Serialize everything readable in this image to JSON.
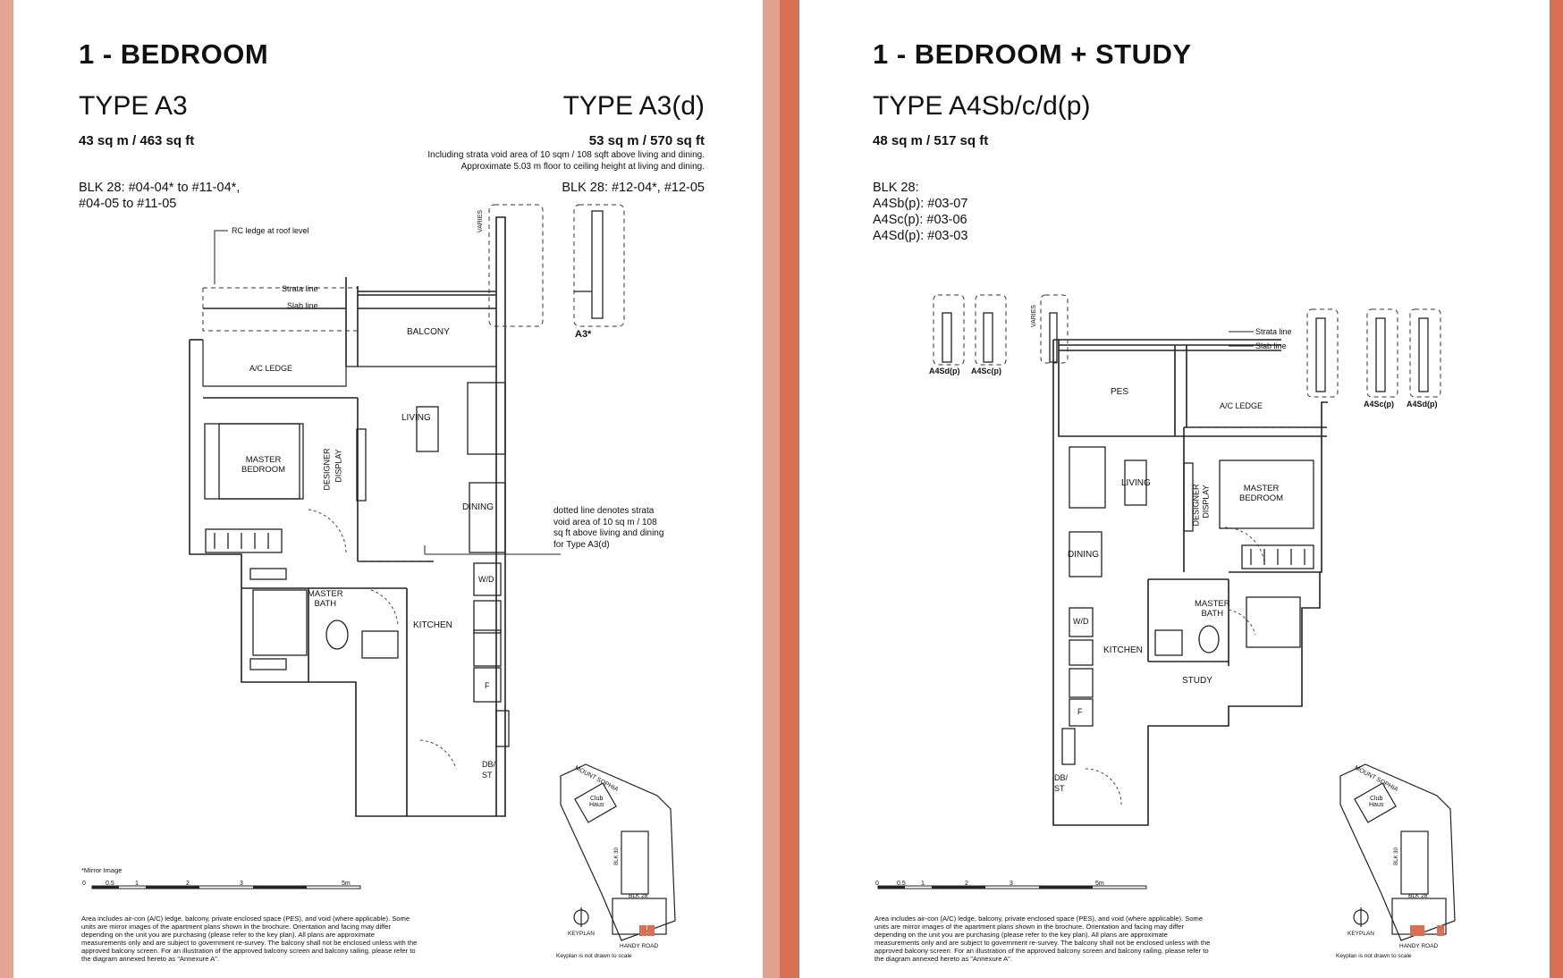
{
  "colors": {
    "left_edge": "#e3a592",
    "center_edge_left": "#e2a18e",
    "center_edge_right": "#d96f55",
    "right_edge": "#d96f55"
  },
  "left_page": {
    "heading": "1 - BEDROOM",
    "type_a3": "TYPE A3",
    "area_a3": "43 sq m / 463 sq ft",
    "type_a3d": "TYPE A3(d)",
    "area_a3d": "53 sq m / 570 sq ft",
    "note_a3d_line1": "Including strata void area of 10 sqm / 108 sqft above living and dining.",
    "note_a3d_line2": "Approximate 5.03 m floor to ceiling height at living and dining.",
    "blk_a3_line1": "BLK 28: #04-04* to #11-04*,",
    "blk_a3_line2": "#04-05 to #11-05",
    "blk_a3d": "BLK 28: #12-04*, #12-05",
    "mirror_note": "*Mirror Image",
    "plan_labels": {
      "rc_ledge": "RC ledge at roof level",
      "strata_line": "Strata line",
      "slab_line": "Slab line",
      "varies": "VARIES",
      "balcony": "BALCONY",
      "ac_ledge": "A/C LEDGE",
      "living": "LIVING",
      "master_bedroom_1": "MASTER",
      "master_bedroom_2": "BEDROOM",
      "designer_display_1": "DESIGNER",
      "designer_display_2": "DISPLAY",
      "dining": "DINING",
      "void_note_1": "dotted line denotes strata",
      "void_note_2": "void area of 10 sq m / 108",
      "void_note_3": "sq ft above living and dining",
      "void_note_4": "for Type A3(d)",
      "wd": "W/D",
      "master_bath_1": "MASTER",
      "master_bath_2": "BATH",
      "kitchen": "KITCHEN",
      "fridge": "F",
      "dbst_1": "DB/",
      "dbst_2": "ST",
      "a3_marker": "A3*"
    },
    "scale_labels": [
      "0",
      "0.5",
      "1",
      "2",
      "3",
      "5m"
    ],
    "disclaimer": "Area includes air-con (A/C) ledge, balcony, private enclosed space (PES), and void (where applicable). Some units are mirror images of the apartment plans shown in the brochure. Orientation and facing may differ depending on the unit you are purchasing (please refer to the key plan). All plans are approximate measurements only and are subject to government re-survey. The balcony shall not be enclosed unless with the approved balcony screen. For an illustration of the approved balcony screen and balcony railing, please refer to the diagram annexed hereto as \"Annexure A\".",
    "keyplan": {
      "mount_sophia": "MOUNT SOPHIA",
      "club_1": "Club",
      "club_2": "Haus",
      "blk30": "BLK 30",
      "blk28": "BLK 28",
      "handy_road": "HANDY ROAD",
      "keyplan_label": "KEYPLAN",
      "not_to_scale": "Keyplan is not drawn to scale"
    }
  },
  "right_page": {
    "heading": "1 - BEDROOM + STUDY",
    "type": "TYPE A4Sb/c/d(p)",
    "area": "48 sq m / 517 sq ft",
    "blk_line1": "BLK 28:",
    "blk_line2": "A4Sb(p): #03-07",
    "blk_line3": "A4Sc(p): #03-06",
    "blk_line4": "A4Sd(p): #03-03",
    "plan_labels": {
      "strata_line": "Strata line",
      "slab_line": "Slab line",
      "varies": "VARIES",
      "pes": "PES",
      "ac_ledge": "A/C LEDGE",
      "living": "LIVING",
      "designer_display_1": "DESIGNER",
      "designer_display_2": "DISPLAY",
      "master_bedroom_1": "MASTER",
      "master_bedroom_2": "BEDROOM",
      "dining": "DINING",
      "wd": "W/D",
      "master_bath_1": "MASTER",
      "master_bath_2": "BATH",
      "kitchen": "KITCHEN",
      "study": "STUDY",
      "fridge": "F",
      "dbst_1": "DB/",
      "dbst_2": "ST",
      "a4sd_left": "A4Sd(p)",
      "a4sc_left": "A4Sc(p)",
      "a4sc_right": "A4Sc(p)",
      "a4sd_right": "A4Sd(p)"
    },
    "scale_labels": [
      "0",
      "0.5",
      "1",
      "2",
      "3",
      "5m"
    ],
    "disclaimer": "Area includes air-con (A/C) ledge, balcony, private enclosed space (PES), and void (where applicable). Some units are mirror images of the apartment plans shown in the brochure. Orientation and facing may differ depending on the unit you are purchasing (please refer to the key plan). All plans are approximate measurements only and are subject to government re-survey. The balcony shall not be enclosed unless with the approved balcony screen. For an illustration of the approved balcony screen and balcony railing, please refer to the diagram annexed hereto as \"Annexure A\".",
    "keyplan": {
      "mount_sophia": "MOUNT SOPHIA",
      "club_1": "Club",
      "club_2": "Haus",
      "blk30": "BLK 30",
      "blk28": "BLK 28",
      "handy_road": "HANDY ROAD",
      "keyplan_label": "KEYPLAN",
      "not_to_scale": "Keyplan is not drawn to scale"
    }
  }
}
